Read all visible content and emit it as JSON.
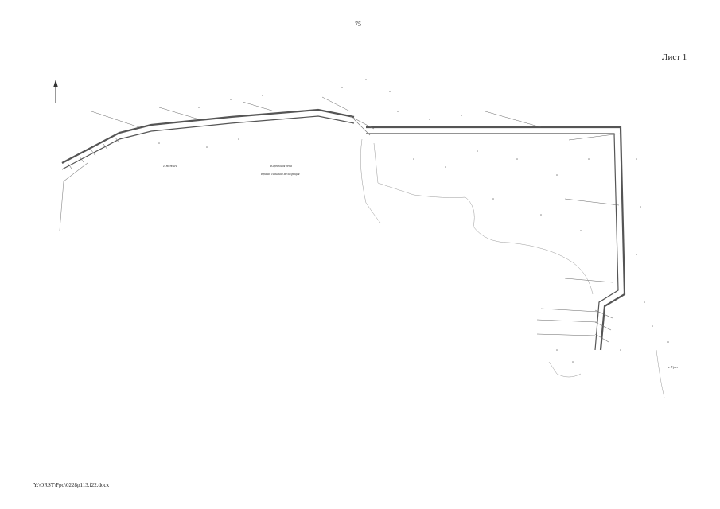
{
  "page": {
    "page_number": "75",
    "sheet_label": "Лист 1",
    "file_path": "Y:\\ORST\\Ppo\\0228p113.f22.docx"
  },
  "map": {
    "annotations": {
      "village": "г. Нижнее",
      "river_line1": "Кирпичная река",
      "river_line2": "Кривая сельская мелиорация",
      "settlement_right": "г. Урал"
    },
    "line_color": "#555555",
    "hatch_color": "#777777"
  }
}
